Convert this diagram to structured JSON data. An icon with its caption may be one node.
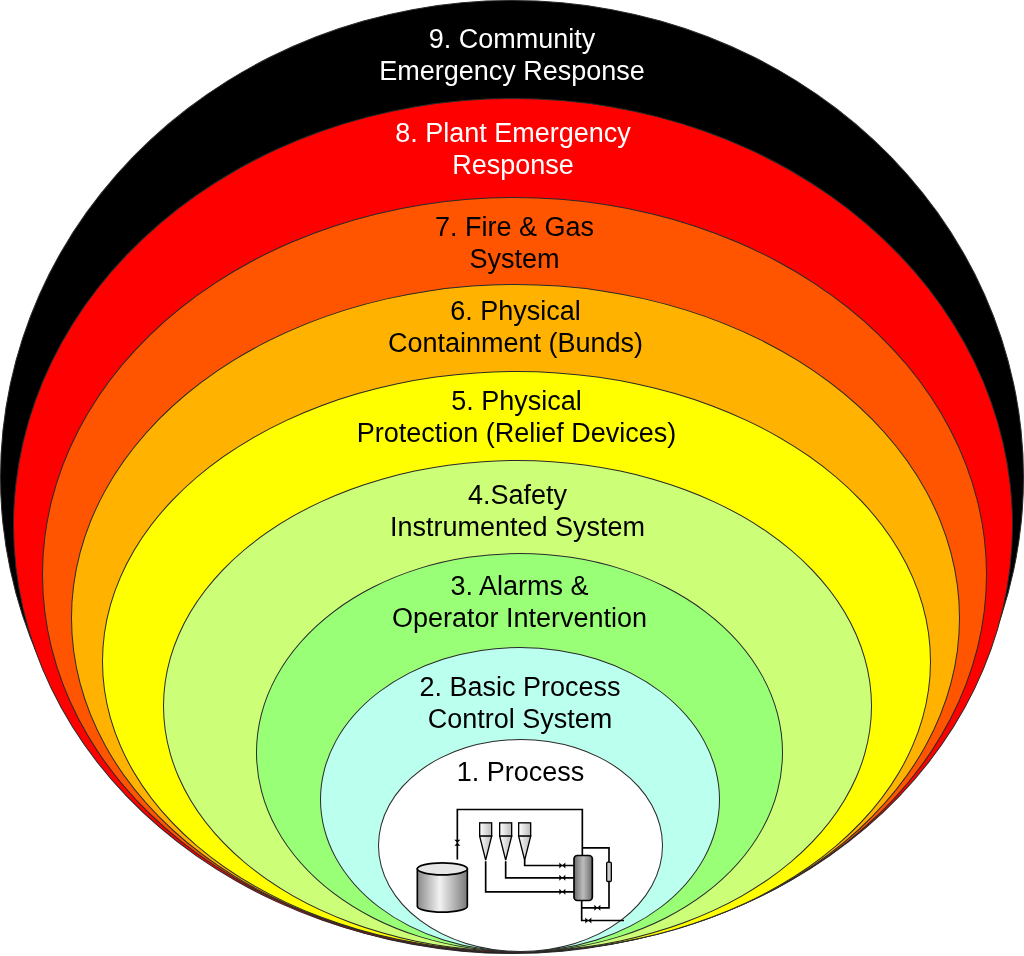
{
  "diagram": {
    "nodes": [
      {
        "text": [
          "9. Community Emergency Response"
        ]
      },
      {
        "text": [
          "8. Plant Emergency Response"
        ],
        "in": 0
      },
      {
        "text": [
          "7. Fire & Gas System"
        ],
        "in": 1
      },
      {
        "text": [
          "6. Physical Containment (Bunds)"
        ],
        "in": 2
      },
      {
        "text": [
          "5. Physical Protection (Relief Devices)"
        ],
        "in": 3
      },
      {
        "text": [
          "4.Safety Instrumented System"
        ],
        "in": 4
      },
      {
        "text": [
          "3. Alarms & Operator Intervention"
        ],
        "in": 5
      },
      {
        "text": [
          "2. Basic Process Control System"
        ],
        "in": 6
      },
      {
        "text": [
          "1. Process"
        ],
        "in": 7
      }
    ]
  }
}
